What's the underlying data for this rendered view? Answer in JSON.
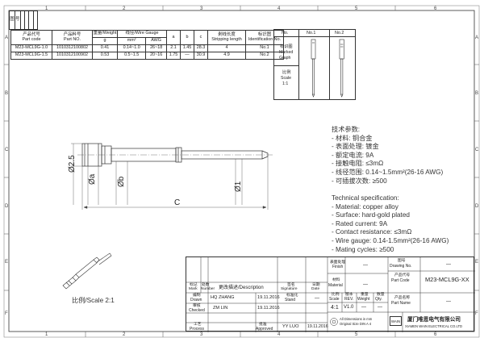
{
  "zones": [
    "1",
    "2",
    "3",
    "4",
    "5",
    "6"
  ],
  "rows": [
    "A",
    "B",
    "C",
    "D",
    "E",
    "F"
  ],
  "left_tab": [
    "图",
    "号"
  ],
  "parts_table": {
    "headers": {
      "part_code": [
        "产品代号",
        "Part code"
      ],
      "part_no": [
        "产品料号",
        "Part NO."
      ],
      "weight": "重量/Weight",
      "weight_unit": "g",
      "wire_gauge": "线径/Wire Gauge",
      "mm2": "mm²",
      "awg": "AWG",
      "a": "a",
      "b": "b",
      "c": "c",
      "stripping": [
        "剥线长度",
        "Stripping length"
      ],
      "identification": [
        "标识图",
        "Identification No."
      ]
    },
    "rows": [
      {
        "part_code": "M23-MCL9G-1.0",
        "part_no": "1010312100802",
        "weight": "0.41",
        "mm2": "0.14~1.0",
        "awg": "26~18",
        "a": "2.1",
        "b": "1.45",
        "c": "28.3",
        "strip": "4",
        "ident": "No.1"
      },
      {
        "part_code": "M23-MCL9G-1.5",
        "part_no": "1010312100902",
        "weight": "0.53",
        "mm2": "0.5~1.5",
        "awg": "20~16",
        "a": "1.75",
        "b": "—",
        "c": "30.9",
        "strip": "4.9",
        "ident": "No.2"
      }
    ]
  },
  "marked_graph": {
    "no_label": "No.",
    "label": [
      "标识图",
      "Marked",
      "Graph"
    ],
    "scale": [
      "比例",
      "Scale",
      "1:1"
    ],
    "cols": [
      "No.1",
      "No.2"
    ]
  },
  "dims": {
    "c": "C",
    "a": "Øa",
    "b": "Øb",
    "d25": "Ø2.5",
    "d1": "Ø1"
  },
  "scale_note": "比例/Scale 2:1",
  "spec_cn": {
    "title": "技术参数:",
    "items": [
      "- 材料: 铜合金",
      "- 表面处理: 镀金",
      "- 额定电流: 9A",
      "- 接触电阻: ≤3mΩ",
      "- 线径范围: 0.14~1.5mm²(26-16 AWG)",
      "- 可插拔次数: ≥500"
    ]
  },
  "spec_en": {
    "title": "Technical specification:",
    "items": [
      "- Material: copper alloy",
      "- Surface: hard-gold plated",
      "- Rated current: 9A",
      "- Contact resistance: ≤3mΩ",
      "- Wire gauge: 0.14-1.5mm²(26-16 AWG)",
      "- Mating cycles: ≥500"
    ]
  },
  "title_block": {
    "finish_label": [
      "表面处理",
      "Finish"
    ],
    "finish_value": "—",
    "material_label": [
      "材料",
      "Material"
    ],
    "material_value": "—",
    "drawing_no_label": [
      "图号",
      "Drawing No."
    ],
    "drawing_no_value": "—",
    "part_code_label": [
      "产品代号",
      "Part Code"
    ],
    "part_code_value": "M23-MCL9G-XX",
    "part_name_label": [
      "产品名称",
      "Part Name"
    ],
    "part_name_value": "—",
    "scale_label": [
      "比例",
      "Scale"
    ],
    "scale_value": "4:1",
    "rev_label": [
      "版本",
      "REV."
    ],
    "rev_value": "V1.0",
    "weight_label": [
      "重量",
      "Weight"
    ],
    "weight_value": "—",
    "qty_label": [
      "数量",
      "Qty."
    ],
    "qty_value": "—",
    "dim_note": [
      "All Dimensions in mm",
      "Original Size DIN A 4"
    ],
    "company_cn": "厦门唯恩电气有限公司",
    "company_en": "XIAMEN WAIN ELECTRICAL CO.LTD",
    "company_logo": "WAIN",
    "rev_header": {
      "mark": [
        "标记",
        "Mark"
      ],
      "number": [
        "处数",
        "Number"
      ],
      "change": "更改描述/Description",
      "signature": [
        "签名",
        "Signature"
      ],
      "date": [
        "日期",
        "Date"
      ]
    },
    "drawn": {
      "label": [
        "编制",
        "Drawn"
      ],
      "name": "HQ ZHANG",
      "date": "19.11.2016"
    },
    "checked": {
      "label": [
        "审核",
        "Checked"
      ],
      "name": "ZM LIN",
      "date": "19.11.2016"
    },
    "process": {
      "label": [
        "工艺",
        "Process"
      ]
    },
    "stand": {
      "label": [
        "标准化",
        "Stand"
      ],
      "value": "—"
    },
    "approved": {
      "label": [
        "批准",
        "Approved"
      ],
      "name": "YY LUO",
      "date": "19.11.2016"
    },
    "date_label": [
      "日期",
      "Date"
    ],
    "dash": "—"
  }
}
